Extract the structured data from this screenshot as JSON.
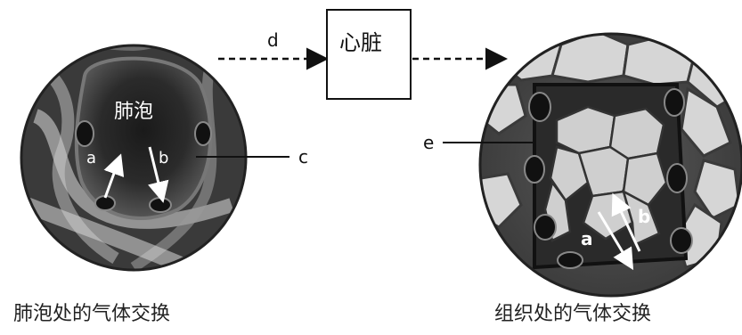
{
  "diagram": {
    "alveolus_label": "肺泡",
    "heart_label": "心脏",
    "labels": {
      "a": "a",
      "b": "b",
      "c": "c",
      "d": "d",
      "e": "e"
    }
  },
  "captions": {
    "left": "肺泡处的气体交换",
    "right": "组织处的气体交换"
  }
}
